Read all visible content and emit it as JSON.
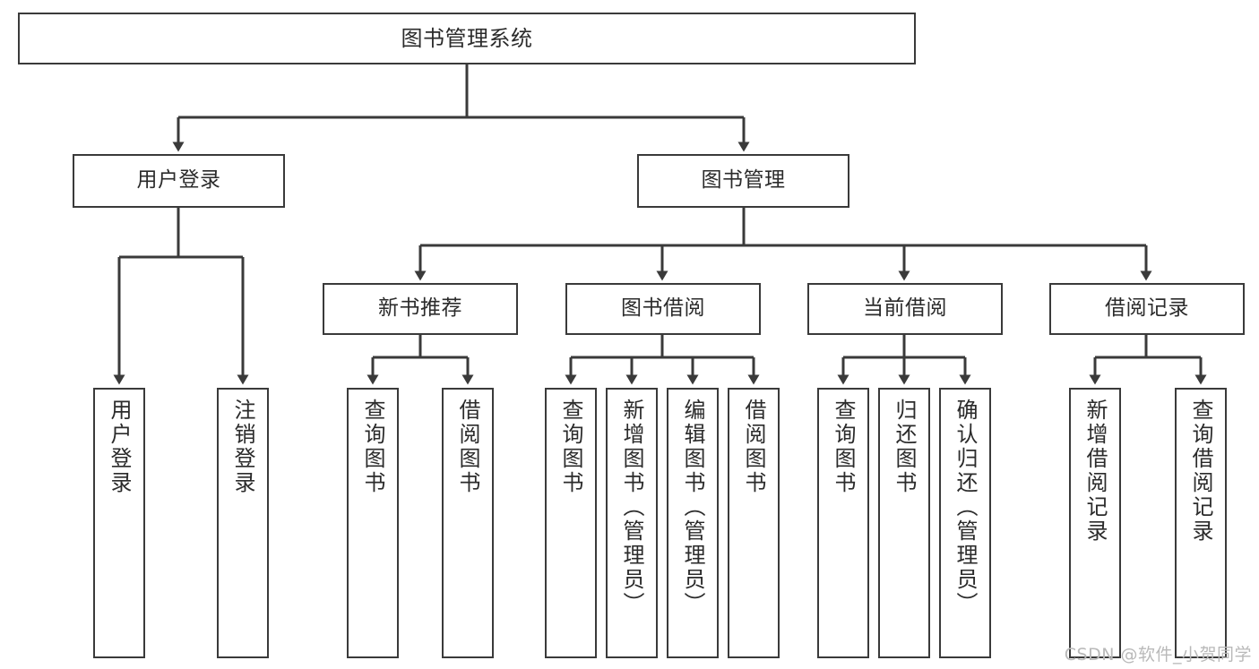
{
  "diagram": {
    "title": "图书管理系统",
    "type": "tree-hierarchy",
    "line_color": "#3a3a3a",
    "box_fill": "#ffffff",
    "text_color": "#2b2b2b",
    "watermark": "CSDN @软件_小贺同学"
  },
  "nodes": {
    "root": {
      "label": "图书管理系统"
    },
    "level1": [
      {
        "id": "user-login",
        "label": "用户登录"
      },
      {
        "id": "book-manage",
        "label": "图书管理"
      }
    ],
    "level2": [
      {
        "id": "new-book-recommend",
        "label": "新书推荐"
      },
      {
        "id": "book-borrow",
        "label": "图书借阅"
      },
      {
        "id": "current-borrow",
        "label": "当前借阅"
      },
      {
        "id": "borrow-record",
        "label": "借阅记录"
      }
    ],
    "leaves": {
      "user_login": [
        {
          "id": "leaf-user-login",
          "label": "用户登录"
        },
        {
          "id": "leaf-logout-login",
          "label": "注销登录"
        }
      ],
      "new_book_recommend": [
        {
          "id": "leaf-query-book-1",
          "label": "查询图书"
        },
        {
          "id": "leaf-borrow-book-1",
          "label": "借阅图书"
        }
      ],
      "book_borrow": [
        {
          "id": "leaf-query-book-2",
          "label": "查询图书"
        },
        {
          "id": "leaf-add-book",
          "label": "新增图书（管理员）"
        },
        {
          "id": "leaf-edit-book",
          "label": "编辑图书（管理员）"
        },
        {
          "id": "leaf-borrow-book-2",
          "label": "借阅图书"
        }
      ],
      "current_borrow": [
        {
          "id": "leaf-query-book-3",
          "label": "查询图书"
        },
        {
          "id": "leaf-return-book",
          "label": "归还图书"
        },
        {
          "id": "leaf-confirm-return",
          "label": "确认归还（管理员）"
        }
      ],
      "borrow_record": [
        {
          "id": "leaf-add-record",
          "label": "新增借阅记录"
        },
        {
          "id": "leaf-query-record",
          "label": "查询借阅记录"
        }
      ]
    }
  }
}
